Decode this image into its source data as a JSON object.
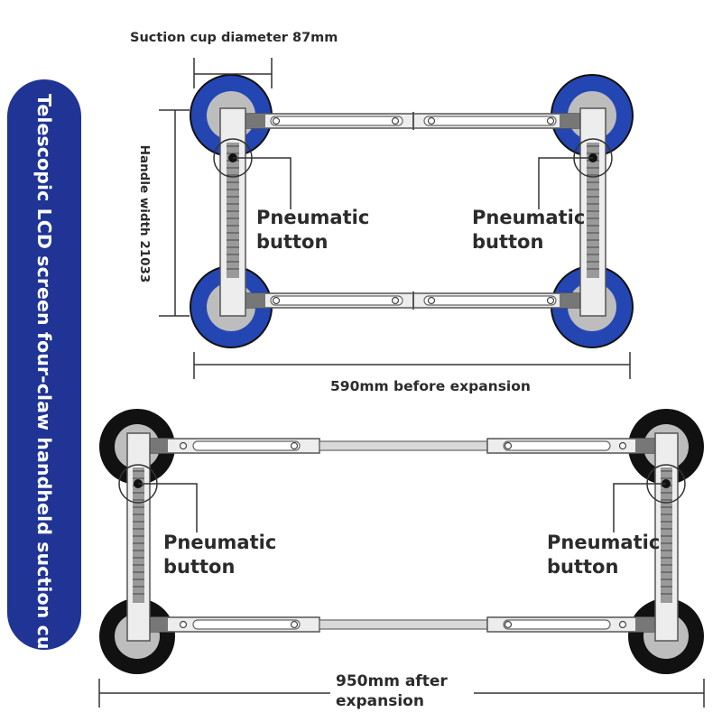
{
  "banner": {
    "text": "Telescopic LCD screen four-claw handheld suction cup",
    "color": "#1f3494"
  },
  "labels": {
    "cup_diameter": "Suction cup diameter 87mm",
    "handle_width": "Handle width 21033",
    "before": "590mm before expansion",
    "after_line1": "950mm after",
    "after_line2": "expansion",
    "pneumatic": "Pneumatic",
    "button": "button"
  },
  "colors": {
    "cup_before": "#2346b3",
    "cup_after": "#111111",
    "cup_inner": "#bdbdbd",
    "frame": "#ededed",
    "frame_stroke": "#555555",
    "text": "#2b2b2b"
  },
  "icons": [
    "suction-cup-icon",
    "pneumatic-button-icon",
    "adjust-screw-icon"
  ]
}
